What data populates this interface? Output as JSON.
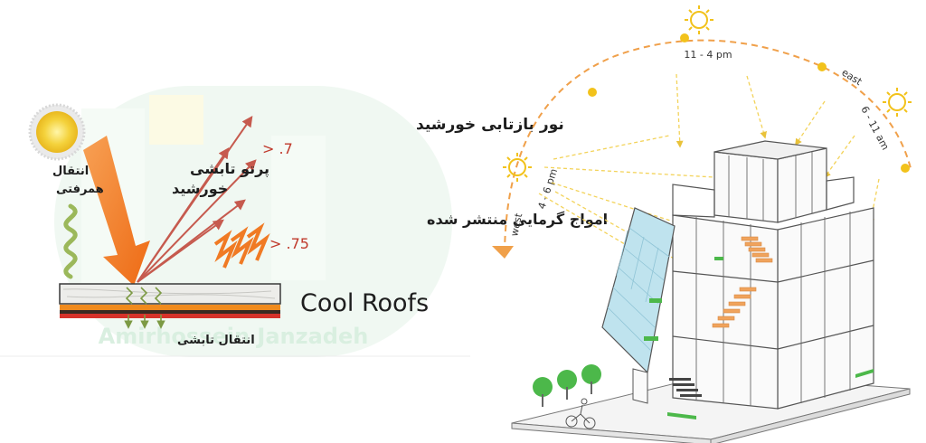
{
  "left_diagram": {
    "reflected_sunlight_label": "نور بازتابی خورشید",
    "reflected_value": "> .7",
    "solar_radiation_label_line1": "پرتو تابشی",
    "solar_radiation_label_line2": "خورشید",
    "convection_label_line1": "انتقال",
    "convection_label_line2": "همرفتی",
    "emitted_heat_label": "امواج گرمایی منتشر شده",
    "emitted_value": "> .75",
    "radiative_transfer_label": "انتقال تابشی",
    "title": "Cool Roofs",
    "watermark": "Amirhossein Janzadeh",
    "colors": {
      "sun": "#f4d23c",
      "incoming_ray": "#f07a24",
      "reflected_ray": "#c65a4e",
      "heat_wave": "#f07a24",
      "convection_wave": "#8aa84a",
      "roof_top": "#e8e8e4",
      "roof_orange": "#f08a1c",
      "roof_brown": "#3a2a22",
      "roof_red": "#d6322a",
      "watermark": "#d9efe0"
    }
  },
  "right_diagram": {
    "arc_label_noon": "11 - 4 pm",
    "arc_label_east": "east",
    "arc_label_morning": "6 - 11 am",
    "arc_label_afternoon": "4 - 6 pm",
    "arc_label_west": "west",
    "colors": {
      "sun_path": "#f0a04a",
      "sun_ray": "#f3d35a",
      "sun": "#f2c21b",
      "building_line": "#555555",
      "glass": "#bfe3ee",
      "stairs": "#f0a35c",
      "greenery": "#4cb84a"
    }
  }
}
